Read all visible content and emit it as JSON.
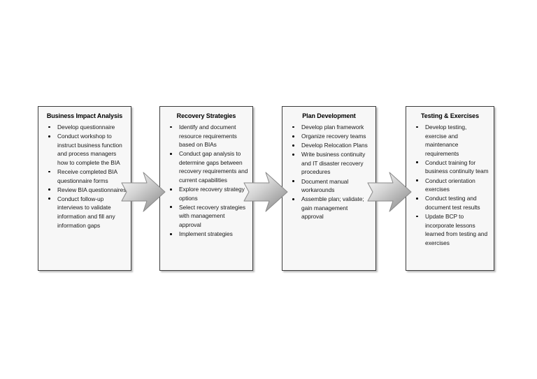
{
  "diagram": {
    "type": "process-flow",
    "orientation": "horizontal-left-to-right",
    "background_color": "#ffffff",
    "box_fill_color": "#f7f7f7",
    "box_border_color": "#3d3d3d",
    "arrow_gradient_from": "#ffffff",
    "arrow_gradient_to": "#8c8c8c",
    "arrow_outline_color": "#808080",
    "stages": [
      {
        "id": "business-impact-analysis",
        "title": "Business Impact Analysis",
        "bullets": [
          "Develop questionnaire",
          "Conduct workshop to instruct business function and process managers how to complete the BIA",
          "Receive completed BIA questionnaire forms",
          "Review BIA questionnaires",
          "Conduct follow-up interviews to validate information and fill any information gaps"
        ]
      },
      {
        "id": "recovery-strategies",
        "title": "Recovery Strategies",
        "bullets": [
          "Identify and document resource requirements based on BIAs",
          "Conduct gap analysis to determine gaps between recovery requirements and current capabilities",
          "Explore recovery strategy options",
          "Select recovery strategies with management approval",
          "Implement strategies"
        ]
      },
      {
        "id": "plan-development",
        "title": "Plan Development",
        "bullets": [
          "Develop plan framework",
          "Organize recovery teams",
          "Develop Relocation Plans",
          "Write business continuity and IT disaster recovery procedures",
          "Document manual workarounds",
          "Assemble plan; validate; gain management approval"
        ]
      },
      {
        "id": "testing-and-exercises",
        "title": "Testing & Exercises",
        "bullets": [
          "Develop testing, exercise and maintenance requirements",
          "Conduct training for business continuity team",
          "Conduct orientation exercises",
          "Conduct testing and document test results",
          "Update BCP to incorporate lessons learned from testing and exercises"
        ]
      }
    ],
    "connectors": [
      {
        "id": "arrow-1",
        "icon": "right-arrow-icon",
        "from": "business-impact-analysis",
        "to": "recovery-strategies"
      },
      {
        "id": "arrow-2",
        "icon": "right-arrow-icon",
        "from": "recovery-strategies",
        "to": "plan-development"
      },
      {
        "id": "arrow-3",
        "icon": "right-arrow-icon",
        "from": "plan-development",
        "to": "testing-and-exercises"
      }
    ]
  }
}
